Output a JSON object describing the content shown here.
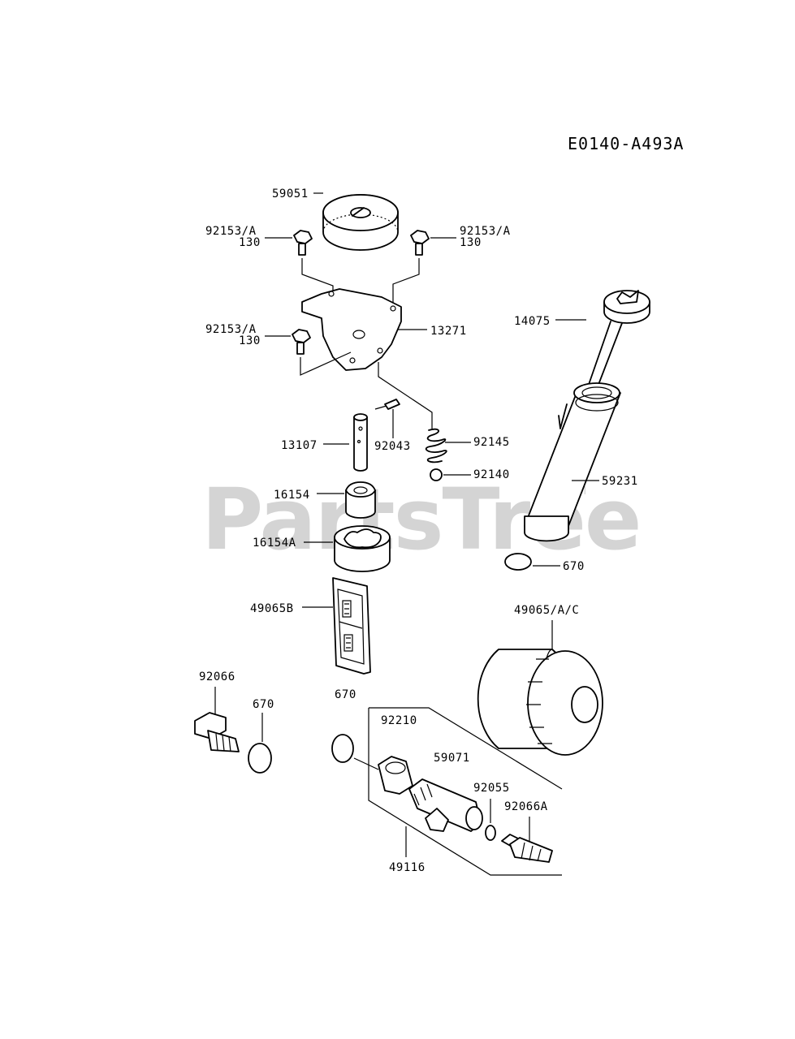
{
  "diagram_code": "E0140-A493A",
  "watermark": {
    "text": "PartsTree",
    "mark": "TM"
  },
  "labels": {
    "p59051": "59051",
    "p92153a_tl": "92153/A",
    "p130_tl": "130",
    "p92153a_tr": "92153/A",
    "p130_tr": "130",
    "p92153a_ml": "92153/A",
    "p130_ml": "130",
    "p13271": "13271",
    "p14075": "14075",
    "p13107": "13107",
    "p92043": "92043",
    "p92145": "92145",
    "p92140": "92140",
    "p59231": "59231",
    "p16154": "16154",
    "p16154a": "16154A",
    "p670_a": "670",
    "p49065b": "49065B",
    "p49065ac": "49065/A/C",
    "p92066": "92066",
    "p670_b": "670",
    "p670_c": "670",
    "p92210": "92210",
    "p59071": "59071",
    "p92055": "92055",
    "p92066a": "92066A",
    "p49116": "49116"
  }
}
